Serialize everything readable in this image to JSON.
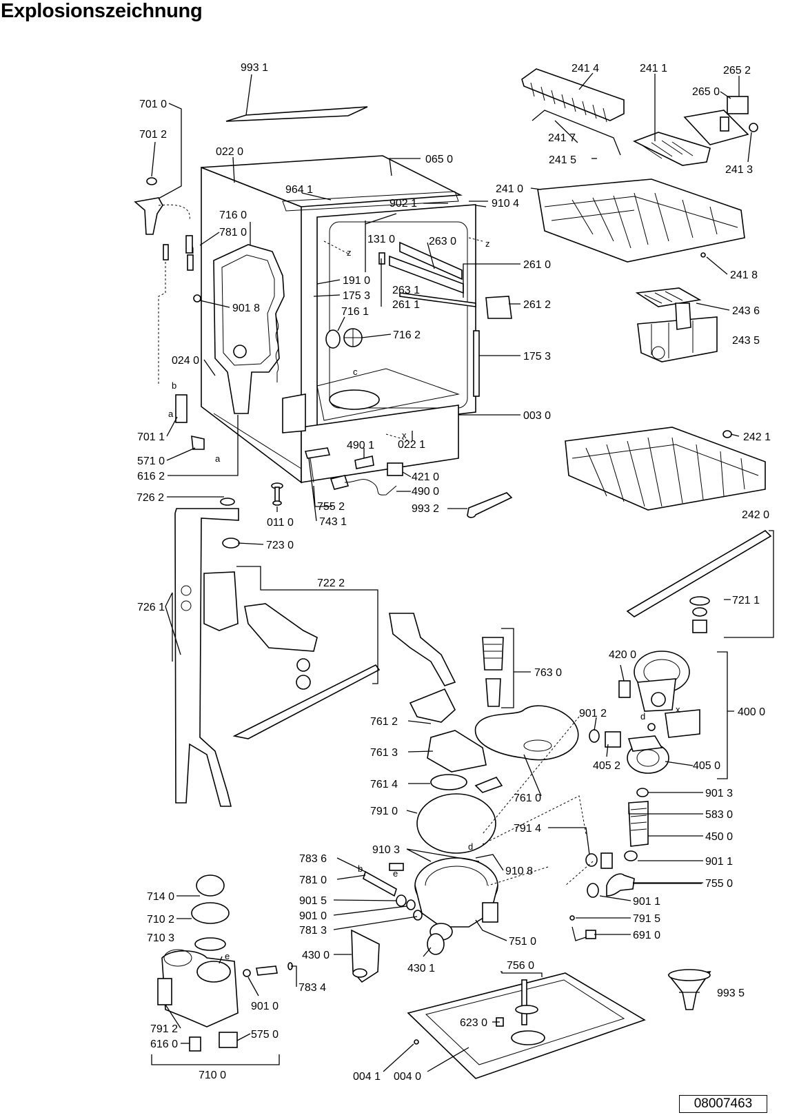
{
  "title": "Explosionszeichnung",
  "document_number": "08007463",
  "part_labels": [
    "993 1",
    "701 0",
    "701 2",
    "022 0",
    "065 0",
    "964 1",
    "902 1",
    "910 4",
    "716 0",
    "781 0",
    "131 0",
    "263 0",
    "261 0",
    "901 8",
    "191 0",
    "175 3",
    "263 1",
    "261 1",
    "261 2",
    "716 1",
    "716 2",
    "175 3",
    "024 0",
    "003 0",
    "701 1",
    "490 1",
    "022 1",
    "571 0",
    "421 0",
    "616 2",
    "490 0",
    "993 2",
    "726 2",
    "755 2",
    "011 0",
    "743 1",
    "723 0",
    "722 2",
    "726 1",
    "241 4",
    "241 1",
    "265 2",
    "265 0",
    "241 7",
    "241 5",
    "241 3",
    "241 0",
    "241 8",
    "243 6",
    "243 5",
    "242 1",
    "242 0",
    "721 1",
    "763 0",
    "420 0",
    "400 0",
    "761 2",
    "901 2",
    "761 3",
    "405 2",
    "405 0",
    "761 4",
    "761 0",
    "901 3",
    "791 0",
    "583 0",
    "791 4",
    "450 0",
    "910 3",
    "783 6",
    "910 8",
    "901 1",
    "781 0",
    "755 0",
    "901 5",
    "901 1",
    "901 0",
    "791 5",
    "781 3",
    "751 0",
    "691 0",
    "714 0",
    "430 0",
    "430 1",
    "710 2",
    "710 3",
    "756 0",
    "993 5",
    "783 4",
    "901 0",
    "623 0",
    "791 2",
    "575 0",
    "616 0",
    "004 1",
    "004 0",
    "710 0"
  ],
  "reference_letters": [
    "z",
    "z",
    "b",
    "a",
    "a",
    "c",
    "x",
    "d",
    "x",
    "b",
    "e",
    "d",
    "e"
  ]
}
